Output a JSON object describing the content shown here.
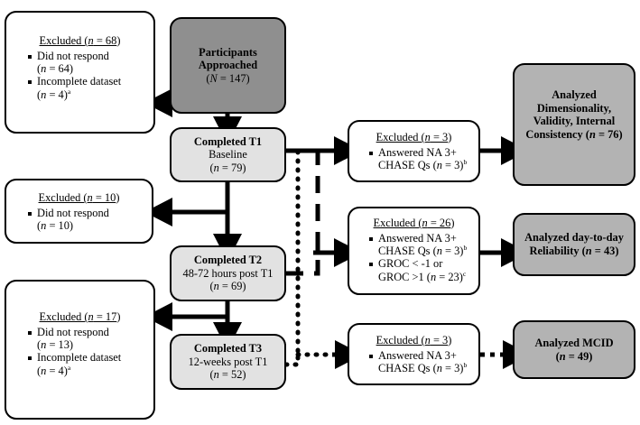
{
  "figure": {
    "type": "participant-flow-diagram",
    "colors": {
      "dark_fill": "#8f8f8f",
      "mid_fill": "#b3b3b3",
      "light_fill": "#e2e2e2",
      "white_fill": "#ffffff",
      "stroke": "#000000"
    }
  },
  "flow": {
    "approached": {
      "title": "Participants",
      "title2": "Approached",
      "count_label": "N",
      "count": "147",
      "count_text": "(N = 147)"
    },
    "t1": {
      "title": "Completed T1",
      "subtitle": "Baseline",
      "count_text": "(n = 79)"
    },
    "t2": {
      "title": "Completed T2",
      "subtitle": "48-72 hours post T1",
      "count_text": "(n = 69)"
    },
    "t3": {
      "title": "Completed T3",
      "subtitle": "12-weeks post T1",
      "count_text": "(n = 52)"
    }
  },
  "excluded_left": [
    {
      "heading_underline": "Excluded (n = 68",
      "heading_tail": ")",
      "items": [
        {
          "text": "Did not respond",
          "count": "(n = 64)",
          "note": ""
        },
        {
          "text": "Incomplete dataset",
          "count": "(n = 4)",
          "note": "a"
        }
      ]
    },
    {
      "heading_underline": "Excluded (n = 10",
      "heading_tail": ")",
      "items": [
        {
          "text": "Did not respond",
          "count": "(n = 10)",
          "note": ""
        }
      ]
    },
    {
      "heading_underline": "Excluded (n = 17",
      "heading_tail": ")",
      "items": [
        {
          "text": "Did not respond",
          "count": "(n = 13)",
          "note": ""
        },
        {
          "text": "Incomplete dataset",
          "count": "(n = 4)",
          "note": "a"
        }
      ]
    }
  ],
  "excluded_mid": [
    {
      "heading_underline": "Excluded (n = 3",
      "heading_tail": ")",
      "items": [
        {
          "text": "Answered NA 3+",
          "text2": "CHASE Qs (n = 3)",
          "note": "b"
        }
      ]
    },
    {
      "heading_underline": "Excluded (n = 26",
      "heading_tail": ")",
      "items": [
        {
          "text": "Answered NA 3+",
          "text2": "CHASE Qs (n = 3)",
          "note": "b"
        },
        {
          "text": "GROC < -1 or",
          "text2": "GROC >1 (n = 23)",
          "note": "c"
        }
      ]
    },
    {
      "heading_underline": "Excluded (n = 3",
      "heading_tail": ")",
      "items": [
        {
          "text": "Answered NA 3+",
          "text2": "CHASE Qs (n = 3)",
          "note": "b"
        }
      ]
    }
  ],
  "analyzed": [
    {
      "line1": "Analyzed",
      "line2": "Dimensionality,",
      "line3": "Validity, Internal",
      "line4": "Consistency (n = 76)"
    },
    {
      "line1": "Analyzed day-to-day",
      "line2": "Reliability (n = 43)"
    },
    {
      "line1": "Analyzed MCID",
      "line2": "(n = 49)"
    }
  ]
}
